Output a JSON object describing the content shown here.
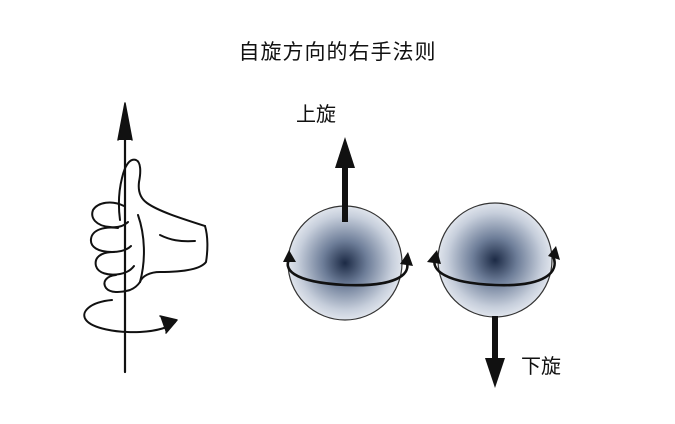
{
  "title": "自旋方向的右手法则",
  "labels": {
    "spin_up": "上旋",
    "spin_down": "下旋"
  },
  "colors": {
    "ink": "#111111",
    "sphere_center": "#1c2a45",
    "sphere_edge": "#e7ebf2"
  }
}
